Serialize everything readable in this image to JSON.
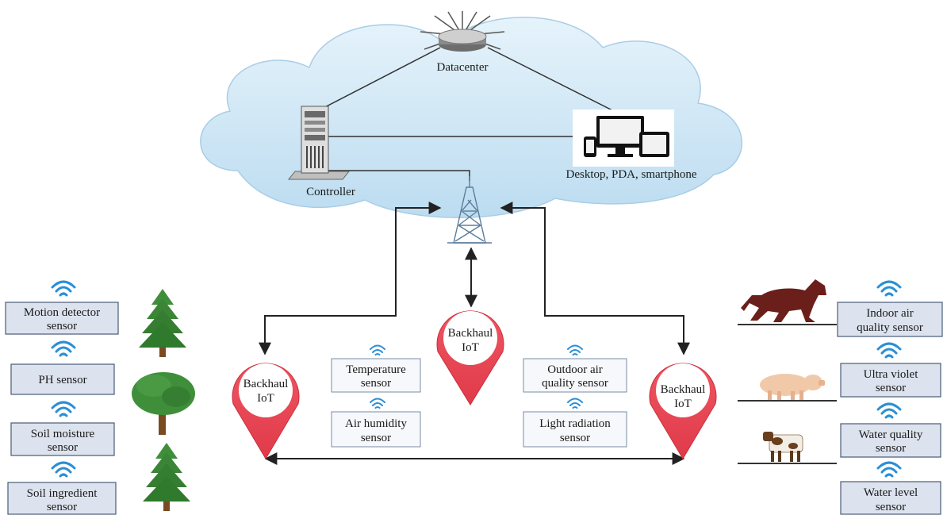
{
  "cloud": {
    "datacenter": "Datacenter",
    "controller": "Controller",
    "devices": "Desktop, PDA, smartphone"
  },
  "backhaul": {
    "left": [
      "Backhaul",
      "IoT"
    ],
    "center": [
      "Backhaul",
      "IoT"
    ],
    "right": [
      "Backhaul",
      "IoT"
    ]
  },
  "left_sensors": [
    [
      "Motion detector",
      "sensor"
    ],
    [
      "PH sensor"
    ],
    [
      "Soil moisture",
      "sensor"
    ],
    [
      "Soil ingredient",
      "sensor"
    ]
  ],
  "middle_sensors": [
    [
      "Temperature",
      "sensor"
    ],
    [
      "Air humidity",
      "sensor"
    ],
    [
      "Outdoor air",
      "quality sensor"
    ],
    [
      "Light radiation",
      "sensor"
    ]
  ],
  "right_sensors": [
    [
      "Indoor air",
      "quality sensor"
    ],
    [
      "Ultra violet",
      "sensor"
    ],
    [
      "Water quality",
      "sensor"
    ],
    [
      "Water level",
      "sensor"
    ]
  ],
  "icons": [
    "wifi-icon",
    "tree-icon",
    "horse-icon",
    "pig-icon",
    "cow-icon",
    "tower-icon",
    "server-icon",
    "router-icon",
    "devices-icon"
  ],
  "colors": {
    "cloud": "#cfe6f5",
    "pin": "#e23d4a",
    "box_fill": "#dde3ee",
    "wifi": "#2a8fd6",
    "tree": "#3f8f3a"
  }
}
